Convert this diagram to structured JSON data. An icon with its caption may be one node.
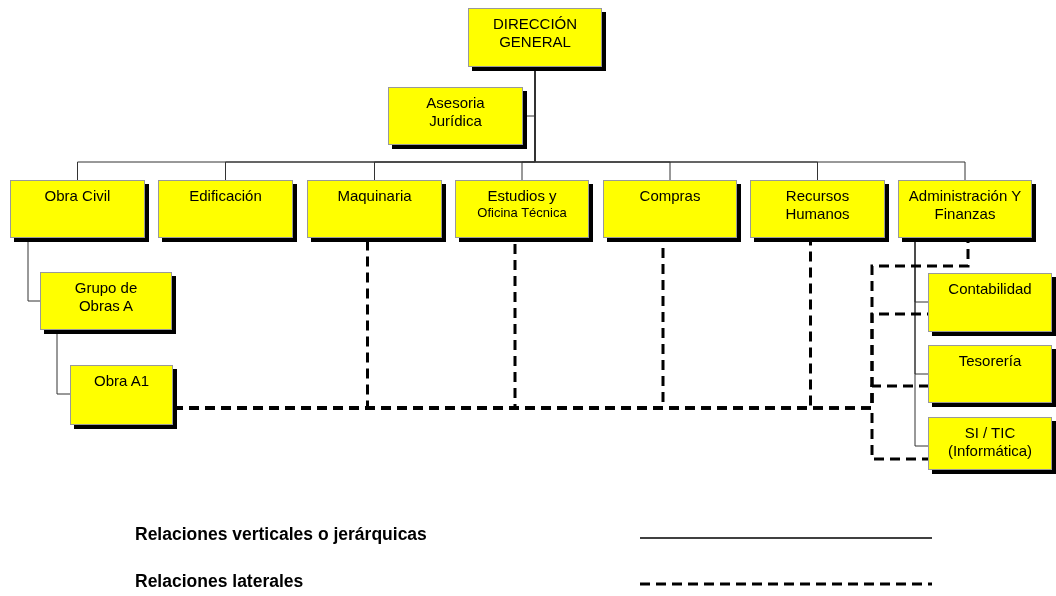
{
  "diagram": {
    "nodes": [
      {
        "text": [
          "DIRECCIÓN GENERAL"
        ]
      },
      {
        "text": [
          "Asesoria Jurídica"
        ]
      },
      {
        "text": [
          "Obra Civil"
        ]
      },
      {
        "text": [
          "Edificación"
        ]
      },
      {
        "text": [
          "Maquinaria"
        ]
      },
      {
        "text": [
          "Estudios y",
          "Oficina Técnica"
        ]
      },
      {
        "text": [
          "Compras"
        ]
      },
      {
        "text": [
          "Recursos Humanos"
        ]
      },
      {
        "text": [
          "Administración Y Finanzas"
        ]
      },
      {
        "text": [
          "Grupo de Obras A"
        ]
      },
      {
        "text": [
          "Obra A1"
        ]
      },
      {
        "text": [
          "Contabilidad"
        ]
      },
      {
        "text": [
          "Tesorería"
        ]
      },
      {
        "text": [
          "SI / TIC (Informática)"
        ]
      }
    ],
    "edges": [
      {
        "from": 0,
        "to": 1,
        "arrow": "none"
      },
      {
        "from": 0,
        "to": 2,
        "arrow": "none"
      },
      {
        "from": 0,
        "to": 3,
        "arrow": "none"
      },
      {
        "from": 0,
        "to": 4,
        "arrow": "none"
      },
      {
        "from": 0,
        "to": 5,
        "arrow": "none"
      },
      {
        "from": 0,
        "to": 6,
        "arrow": "none"
      },
      {
        "from": 0,
        "to": 7,
        "arrow": "none"
      },
      {
        "from": 0,
        "to": 8,
        "arrow": "none"
      },
      {
        "from": 2,
        "to": 9,
        "arrow": "none"
      },
      {
        "from": 9,
        "to": 10,
        "arrow": "none"
      },
      {
        "from": 8,
        "to": 11,
        "arrow": "none"
      },
      {
        "from": 8,
        "to": 12,
        "arrow": "none"
      },
      {
        "from": 8,
        "to": 13,
        "arrow": "none"
      },
      {
        "from": 10,
        "to": 4,
        "arrow": "none",
        "style": "dashed"
      },
      {
        "from": 10,
        "to": 5,
        "arrow": "none",
        "style": "dashed"
      },
      {
        "from": 10,
        "to": 6,
        "arrow": "none",
        "style": "dashed"
      },
      {
        "from": 10,
        "to": 7,
        "arrow": "none",
        "style": "dashed"
      },
      {
        "from": 10,
        "to": 8,
        "arrow": "none",
        "style": "dashed"
      },
      {
        "from": 10,
        "to": 11,
        "arrow": "none",
        "style": "dashed"
      },
      {
        "from": 10,
        "to": 12,
        "arrow": "none",
        "style": "dashed"
      },
      {
        "from": 10,
        "to": 13,
        "arrow": "none",
        "style": "dashed"
      }
    ],
    "legend": [
      {
        "text": "Relaciones verticales o jerárquicas"
      },
      {
        "text": "Relaciones laterales"
      }
    ]
  }
}
